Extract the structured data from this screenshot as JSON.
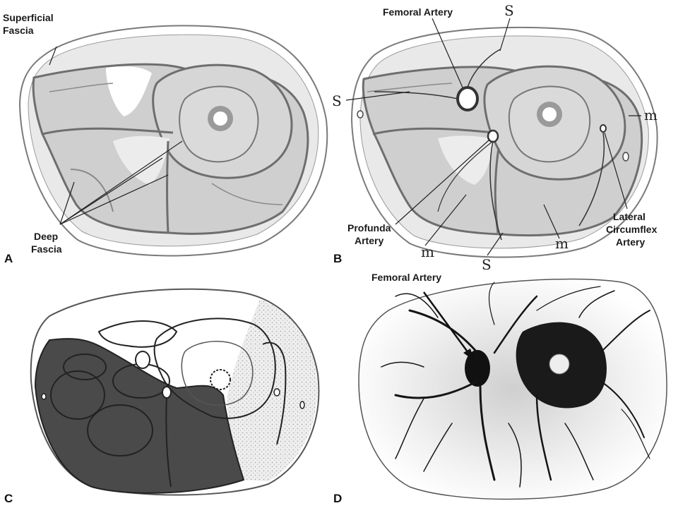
{
  "figure": {
    "panels": [
      {
        "letter": "A",
        "labels": {
          "superficial_fascia_1": "Superficial",
          "superficial_fascia_2": "Fascia",
          "deep_fascia_1": "Deep",
          "deep_fascia_2": "Fascia"
        }
      },
      {
        "letter": "B",
        "labels": {
          "femoral_artery": "Femoral Artery",
          "profunda_1": "Profunda",
          "profunda_2": "Artery",
          "lateral_1": "Lateral",
          "lateral_2": "Circumflex",
          "lateral_3": "Artery",
          "s_top": "S",
          "s_left": "S",
          "s_bottom": "S",
          "m_right": "m",
          "m_bottom_left": "m",
          "m_bottom_right": "m"
        }
      },
      {
        "letter": "C",
        "labels": {}
      },
      {
        "letter": "D",
        "labels": {
          "femoral_artery": "Femoral Artery"
        }
      }
    ],
    "colors": {
      "muscle_fill": "#cfcfcf",
      "fascia_stroke": "#6e6e6e",
      "dark_region": "#4a4a4a",
      "ink": "#111111"
    }
  }
}
